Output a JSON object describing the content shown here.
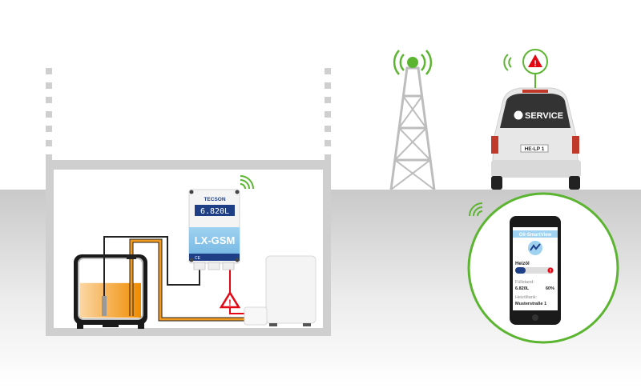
{
  "controller": {
    "brand": "TECSON",
    "display_value": "6.820L",
    "model": "LX-GSM",
    "ce_mark": "CE"
  },
  "van": {
    "window_label": "SERVICE",
    "license_plate": "HE-LP 1"
  },
  "phone": {
    "app_title": "Oil-SmartView",
    "product": "Heizöl",
    "fill_label": "Füllstand:",
    "fill_value": "6.820L",
    "fill_percent": "60%",
    "tank_label": "Heizöltank:",
    "tank_address": "Musterstraße 1"
  },
  "tank_fill_fraction": 0.6,
  "colors": {
    "signal_green": "#5cb531",
    "alert_red": "#e30613",
    "oil_orange": "#f29a1f",
    "display_blue": "#1e3f86",
    "panel_blue": "#8cc7ea"
  }
}
